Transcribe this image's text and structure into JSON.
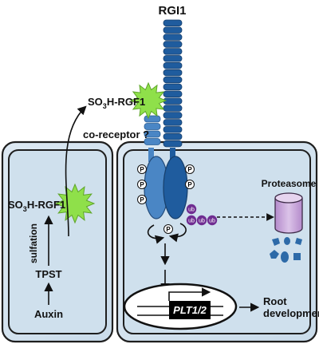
{
  "receptor": {
    "name": "RGI1"
  },
  "peptide": {
    "prefix": "SO",
    "subscript": "3",
    "name": "H-RGF1"
  },
  "coreceptor": {
    "label": "co-receptor ?"
  },
  "pathway": {
    "sulfation": "sulfation",
    "enzyme": "TPST",
    "hormone": "Auxin"
  },
  "phospho": {
    "symbol": "P"
  },
  "ubiquitin": {
    "symbol": "ub"
  },
  "degradation": {
    "label": "Proteasome"
  },
  "nucleus": {
    "gene": "PLT1/2"
  },
  "outcome": {
    "line1": "Root",
    "line2": "development"
  },
  "colors": {
    "cell_fill": "#d3e3ef",
    "cell_border": "#1e1e1e",
    "receptor_dark": "#1f5c9e",
    "receptor_light": "#4a86c5",
    "peptide_star": "#8fe04a",
    "ubiquitin": "#6f2c91",
    "proteasome": "#c9a6dc",
    "fragments": "#2d6aa8"
  }
}
